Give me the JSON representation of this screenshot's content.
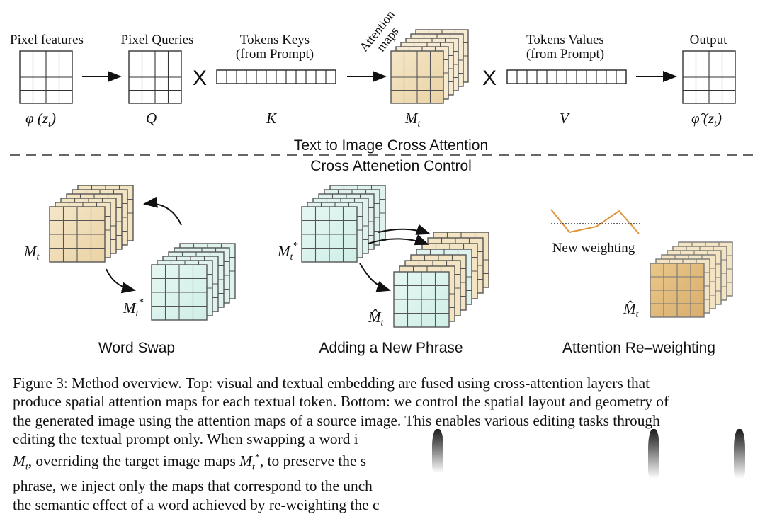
{
  "top": {
    "labels": {
      "pixel_features": "Pixel features",
      "pixel_queries": "Pixel Queries",
      "tokens_keys_1": "Tokens Keys",
      "tokens_keys_2": "(from Prompt)",
      "attention_maps_1": "Attention",
      "attention_maps_2": "maps",
      "tokens_values_1": "Tokens Values",
      "tokens_values_2": "(from Prompt)",
      "output": "Output"
    },
    "symbols": {
      "phi_zt": "φ (z",
      "phi_sub": "t",
      "phi_close": ")",
      "q": "Q",
      "k": "K",
      "m": "M",
      "m_sub": "t",
      "v": "V",
      "phi_hat": "φ̂ (z",
      "phi_hat_sub": "t",
      "phi_hat_close": ")"
    },
    "times_symbol": "X"
  },
  "headings": {
    "top_title": "Text to Image Cross Attention",
    "bottom_title": "Cross Attenetion Control"
  },
  "bottom": {
    "word_swap": "Word Swap",
    "adding_phrase": "Adding a New Phrase",
    "reweighting": "Attention Re–weighting",
    "new_weighting": "New weighting",
    "m_t": "M",
    "m_t_sub": "t",
    "m_star": "M",
    "m_star_sub": "t",
    "m_star_sup": "*",
    "m_hat": "M̂",
    "m_hat_sub": "t"
  },
  "colors": {
    "beige": "#f2e2c0",
    "beige_dark": "#e6c98f",
    "mint": "#ddf3ee",
    "grid_line": "#333333",
    "orange_line": "#e0953a"
  },
  "caption": {
    "l1": "Figure 3: Method overview. Top: visual and textual embedding are fused using cross-attention layers that",
    "l2": "produce spatial attention maps for each textual token. Bottom: we control the spatial layout and geometry of",
    "l3": "the generated image using the attention maps of a source image. This enables various editing tasks through",
    "l4": "editing the textual prompt only.  When swapping a word i",
    "l5_a": "M",
    "l5_b": "t",
    "l5_c": ", overriding the target image maps ",
    "l5_d": "M",
    "l5_e": "t",
    "l5_f": "*",
    "l5_g": ", to preserve the s",
    "l6": "phrase, we inject only the maps that correspond to the unch",
    "l7": "the semantic effect of a word achieved by re-weighting the c"
  }
}
